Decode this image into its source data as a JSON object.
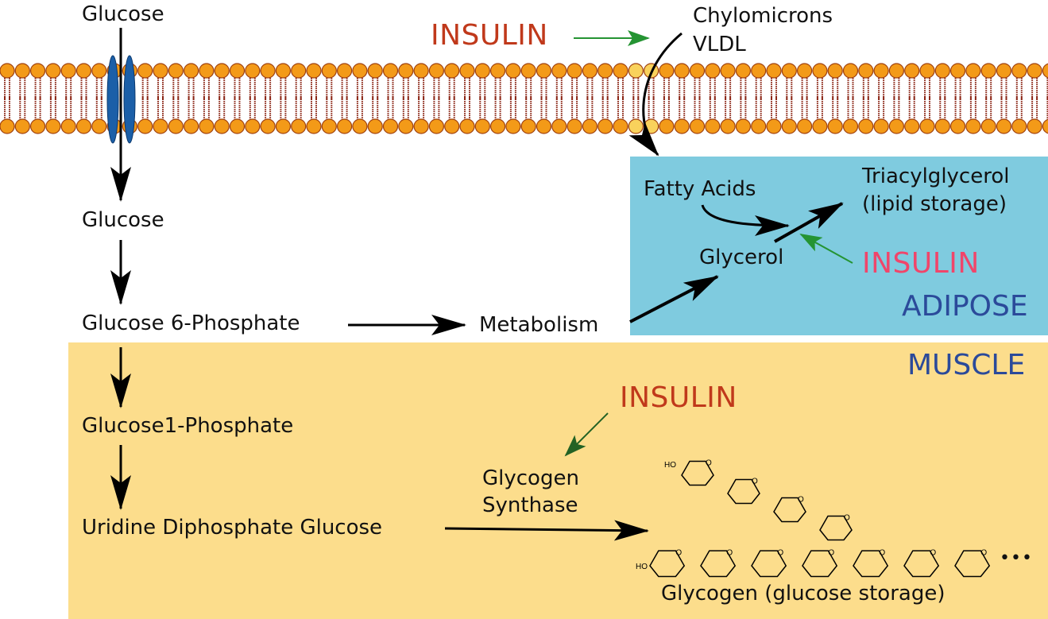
{
  "colors": {
    "muscle_bg": "#fcdd8c",
    "adipose_bg": "#7fcbdf",
    "insulin_red": "#c0391b",
    "insulin_pink": "#f0456a",
    "region_blue": "#2b4a9a",
    "activation_arrow": "#259433",
    "membrane_head": "#f39a18",
    "membrane_tail": "#8b2515",
    "transporter": "#1b5fa8"
  },
  "membrane": {
    "label": "cell-membrane-lipid-bilayer"
  },
  "labels": {
    "glucose_outside": "Glucose",
    "glucose_inside": "Glucose",
    "glucose_6_phosphate": "Glucose 6-Phosphate",
    "metabolism": "Metabolism",
    "glucose_1_phosphate": "Glucose1-Phosphate",
    "udp_glucose": "Uridine Diphosphate Glucose",
    "chylomicrons": "Chylomicrons",
    "vldl": "VLDL",
    "fatty_acids": "Fatty Acids",
    "glycerol": "Glycerol",
    "triacylglycerol": "Triacylglycerol",
    "lipid_storage": "(lipid storage)",
    "glycogen_synthase_1": "Glycogen",
    "glycogen_synthase_2": "Synthase",
    "glycogen_storage": "Glycogen  (glucose storage)",
    "ellipsis": "•••"
  },
  "insulin": {
    "membrane": "INSULIN",
    "adipose": "INSULIN",
    "muscle": "INSULIN"
  },
  "regions": {
    "adipose": "ADIPOSE",
    "muscle": "MUSCLE"
  },
  "glycogen_molecule": {
    "hydroxyl": "HO",
    "oxygen": "O"
  }
}
